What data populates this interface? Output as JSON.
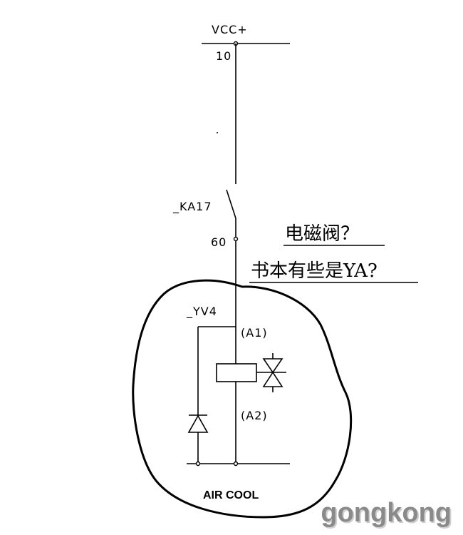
{
  "labels": {
    "supply": "VCC+",
    "node_top": "10",
    "switch": "_KA17",
    "node_mid": "60",
    "coil": "_YV4",
    "terminal_a1": "(A1)",
    "terminal_a2": "(A2)",
    "enclosure": "AIR COOL"
  },
  "annotations": {
    "question_1": "电磁阀？",
    "question_2": "书本有些是YA?"
  },
  "watermark": "gongkong",
  "colors": {
    "ink": "#000000",
    "watermark": "#8a8a8a",
    "background": "#ffffff"
  }
}
